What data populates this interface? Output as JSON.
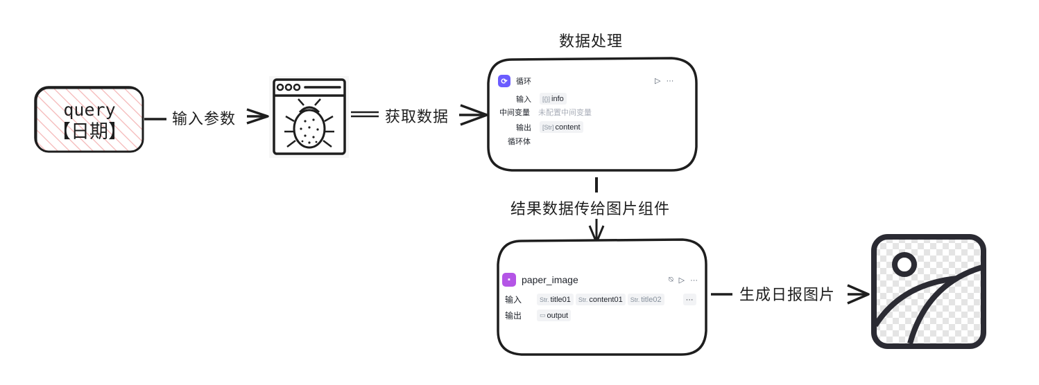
{
  "diagram": {
    "query_node": {
      "line1": "query",
      "line2": "【日期】"
    },
    "edge_labels": {
      "input_params": "输入参数",
      "fetch_data": "获取数据",
      "pass_results": "结果数据传给图片组件",
      "generate_image": "生成日报图片"
    },
    "group_title": "数据处理",
    "loop_node": {
      "title": "循环",
      "input_label": "输入",
      "input_type": "[{}]",
      "input_value": "info",
      "middle_label": "中间变量",
      "middle_value": "未配置中间变量",
      "output_label": "输出",
      "output_type": "[Str]",
      "output_value": "content",
      "body_label": "循环体",
      "more": "···",
      "icon": "loop-icon",
      "icon_color": "#6b5cff"
    },
    "image_node": {
      "title": "paper_image",
      "input_label": "输入",
      "inputs": [
        {
          "type": "Str.",
          "name": "title01"
        },
        {
          "type": "Str.",
          "name": "content01"
        },
        {
          "type": "Str.",
          "name": "title02"
        }
      ],
      "input_more": "···",
      "output_label": "输出",
      "output_value": "output",
      "more": "···",
      "icon": "plugin-icon",
      "icon_color": "#b455e6"
    },
    "icons": [
      "bug-browser-icon",
      "image-placeholder-icon"
    ],
    "colors": {
      "stroke": "#1e1e1e",
      "query_hatch": "#f4b6b6"
    }
  }
}
